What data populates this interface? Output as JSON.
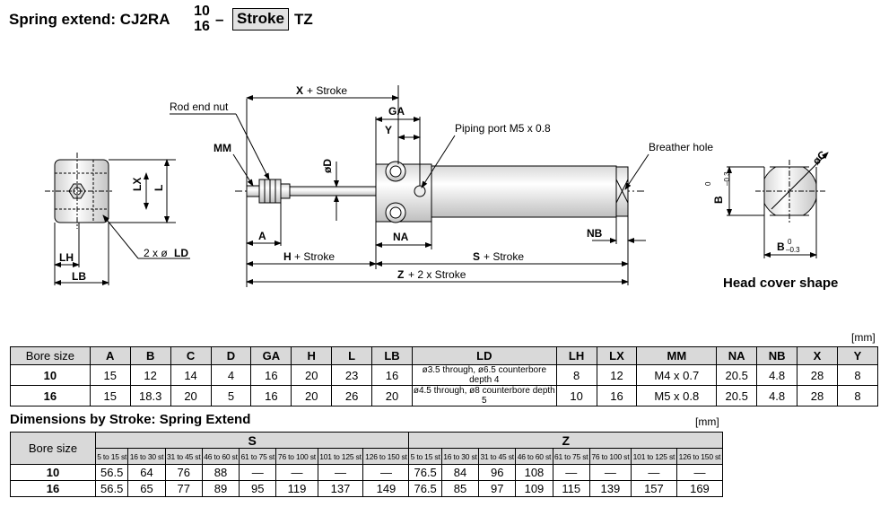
{
  "title": {
    "prefix": "Spring extend: CJ2RA",
    "bore_top": "10",
    "bore_bottom": "16",
    "dash": "–",
    "stroke_box": "Stroke",
    "suffix": "TZ"
  },
  "drawing": {
    "x_stroke": "+ Stroke",
    "x": "X",
    "ga": "GA",
    "y": "Y",
    "rod_end_nut": "Rod end nut",
    "piping_port": "Piping port M5 x 0.8",
    "breather_hole": "Breather hole",
    "mm": "MM",
    "od": "øD",
    "lx": "LX",
    "l": "L",
    "lh": "LH",
    "lb": "LB",
    "two_x": "2 x ø",
    "ld": "LD",
    "a": "A",
    "h": "H",
    "h_stroke": "+ Stroke",
    "na": "NA",
    "nb": "NB",
    "s": "S",
    "s_stroke": "+ Stroke",
    "z": "Z",
    "z_stroke": "+ 2 x Stroke",
    "oc": "øC",
    "b": "B",
    "b_tol_top": "0",
    "b_tol_bottom": "–0.3",
    "head_cover_shape": "Head cover shape"
  },
  "unit": "[mm]",
  "table1": {
    "headers": [
      "Bore size",
      "A",
      "B",
      "C",
      "D",
      "GA",
      "H",
      "L",
      "LB",
      "LD",
      "LH",
      "LX",
      "MM",
      "NA",
      "NB",
      "X",
      "Y"
    ],
    "rows": [
      [
        "10",
        "15",
        "12",
        "14",
        "4",
        "16",
        "20",
        "23",
        "16",
        "ø3.5 through, ø6.5 counterbore depth 4",
        "8",
        "12",
        "M4 x 0.7",
        "20.5",
        "4.8",
        "28",
        "8"
      ],
      [
        "16",
        "15",
        "18.3",
        "20",
        "5",
        "16",
        "20",
        "26",
        "20",
        "ø4.5 through, ø8 counterbore depth 5",
        "10",
        "16",
        "M5 x 0.8",
        "20.5",
        "4.8",
        "28",
        "8"
      ]
    ]
  },
  "table2": {
    "heading": "Dimensions by Stroke: Spring Extend",
    "bore_label": "Bore size",
    "group_s": "S",
    "group_z": "Z",
    "ranges": [
      "5 to 15 st",
      "16 to 30 st",
      "31 to 45 st",
      "46 to 60 st",
      "61 to 75 st",
      "76 to 100 st",
      "101 to 125 st",
      "126 to 150 st"
    ],
    "rows": [
      {
        "bore": "10",
        "s": [
          "56.5",
          "64",
          "76",
          "88",
          "—",
          "—",
          "—",
          "—"
        ],
        "z": [
          "76.5",
          "84",
          "96",
          "108",
          "—",
          "—",
          "—",
          "—"
        ]
      },
      {
        "bore": "16",
        "s": [
          "56.5",
          "65",
          "77",
          "89",
          "95",
          "119",
          "137",
          "149"
        ],
        "z": [
          "76.5",
          "85",
          "97",
          "109",
          "115",
          "139",
          "157",
          "169"
        ]
      }
    ]
  }
}
